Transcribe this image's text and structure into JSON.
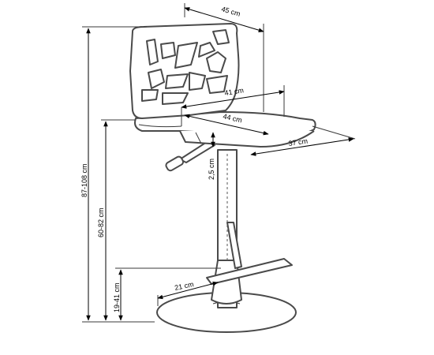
{
  "dimensions": {
    "backrest_depth": "45 cm",
    "seat_width": "41 cm",
    "seat_depth": "44 cm",
    "seat_front": "37 cm",
    "seat_thickness": "2,5 cm",
    "total_height": "87-108 cm",
    "seat_height": "60-82 cm",
    "footrest_height": "19-41 cm",
    "footrest_length": "21 cm"
  },
  "colors": {
    "line": "#4a4a4a",
    "dimension": "#000000",
    "background": "#ffffff"
  }
}
